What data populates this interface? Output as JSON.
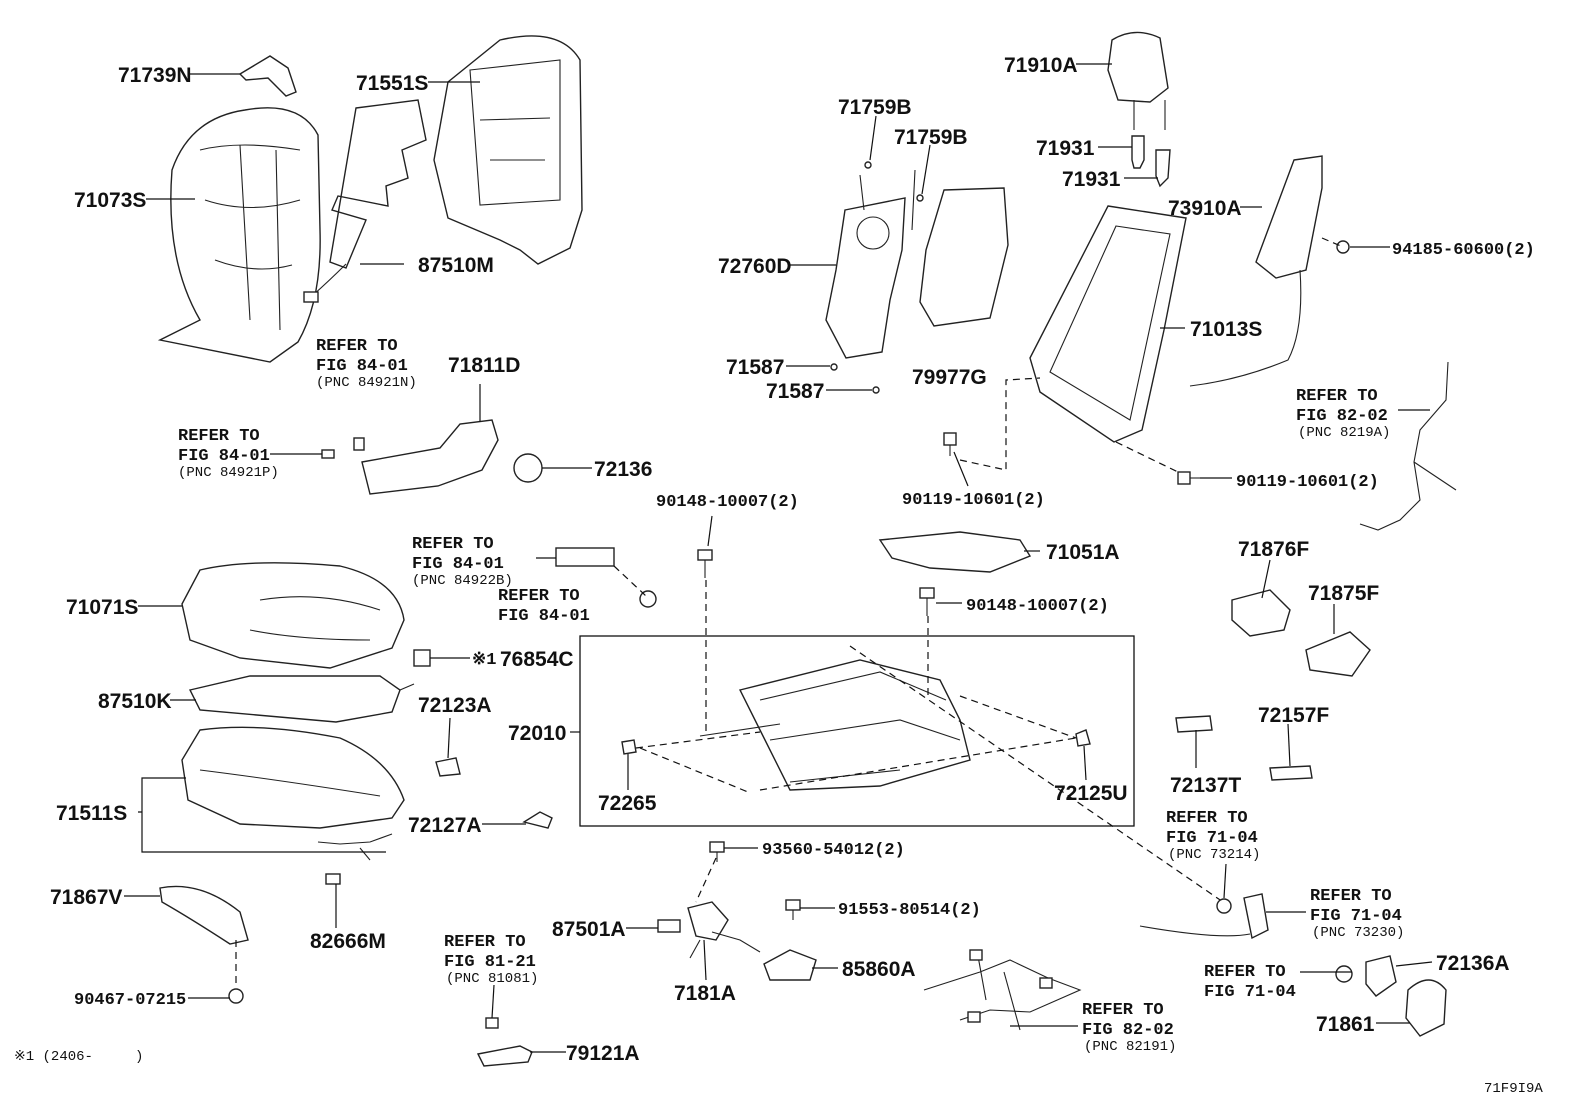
{
  "diagram": {
    "code": "71F9I9A",
    "footnote": "※1 (2406-　　　)",
    "note_mark": "※1",
    "parts": {
      "p71739N": "71739N",
      "p71551S": "71551S",
      "p71073S": "71073S",
      "p87510M": "87510M",
      "p71811D": "71811D",
      "p72136": "72136",
      "p71759B_a": "71759B",
      "p71759B_b": "71759B",
      "p72760D": "72760D",
      "p71587_a": "71587",
      "p71587_b": "71587",
      "p79977G": "79977G",
      "p71910A": "71910A",
      "p71931_a": "71931",
      "p71931_b": "71931",
      "p73910A": "73910A",
      "p94185": "94185-60600(2)",
      "p71013S": "71013S",
      "p90119_a": "90119-10601(2)",
      "p90119_b": "90119-10601(2)",
      "p71051A": "71051A",
      "p90148_a": "90148-10007(2)",
      "p90148_b": "90148-10007(2)",
      "p71071S": "71071S",
      "p76854C": "76854C",
      "p87510K": "87510K",
      "p72123A": "72123A",
      "p72010": "72010",
      "p72265": "72265",
      "p72125U": "72125U",
      "p71511S": "71511S",
      "p72127A": "72127A",
      "p71867V": "71867V",
      "p82666M": "82666M",
      "p90467": "90467-07215",
      "p71876F": "71876F",
      "p71875F": "71875F",
      "p72137T": "72137T",
      "p72157F": "72157F",
      "p93560": "93560-54012(2)",
      "p87501A": "87501A",
      "p7181A": "7181A",
      "p91553": "91553-80514(2)",
      "p85860A": "85860A",
      "p79121A": "79121A",
      "p72136A": "72136A",
      "p71861": "71861"
    },
    "refs": {
      "r1": {
        "line1": "REFER TO",
        "line2": "FIG 84-01",
        "pnc": "(PNC 84921N)"
      },
      "r2": {
        "line1": "REFER TO",
        "line2": "FIG 84-01",
        "pnc": "(PNC 84921P)"
      },
      "r3": {
        "line1": "REFER TO",
        "line2": "FIG 84-01",
        "pnc": "(PNC 84922B)"
      },
      "r4": {
        "line1": "REFER TO",
        "line2": "FIG 84-01"
      },
      "r5": {
        "line1": "REFER TO",
        "line2": "FIG 82-02",
        "pnc": "(PNC 8219A)"
      },
      "r6": {
        "line1": "REFER TO",
        "line2": "FIG 71-04",
        "pnc": "(PNC 73214)"
      },
      "r7": {
        "line1": "REFER TO",
        "line2": "FIG 71-04",
        "pnc": "(PNC 73230)"
      },
      "r8": {
        "line1": "REFER TO",
        "line2": "FIG 71-04"
      },
      "r9": {
        "line1": "REFER TO",
        "line2": "FIG 81-21",
        "pnc": "(PNC 81081)"
      },
      "r10": {
        "line1": "REFER TO",
        "line2": "FIG 82-02",
        "pnc": "(PNC 82191)"
      }
    }
  }
}
